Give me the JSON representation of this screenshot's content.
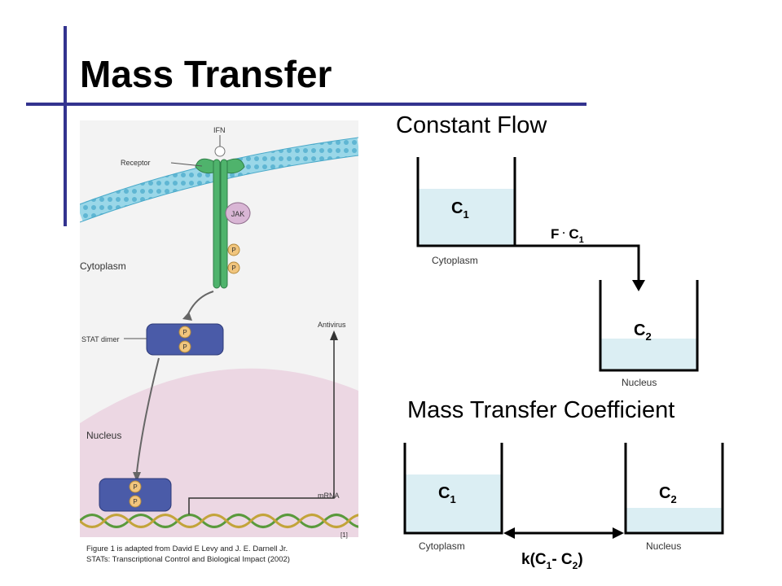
{
  "slide": {
    "title": "Mass Transfer",
    "accent_color": "#33338f"
  },
  "figure": {
    "labels": {
      "ifn": "IFN",
      "receptor": "Receptor",
      "jak": "JAK",
      "p": "P",
      "cytoplasm": "Cytoplasm",
      "stat_dimer": "STAT dimer",
      "antivirus": "Antivirus",
      "nucleus": "Nucleus",
      "mrna": "mRNA",
      "ref": "[1]"
    },
    "caption_line1": "Figure 1 is adapted from David E Levy and J. E. Darnell Jr.",
    "caption_line2": "STATs: Transcriptional Control and Biological Impact (2002)"
  },
  "constant_flow": {
    "heading": "Constant Flow",
    "tank1_label": "C",
    "tank1_sub": "1",
    "tank1_caption": "Cytoplasm",
    "tank2_label": "C",
    "tank2_sub": "2",
    "tank2_caption": "Nucleus",
    "flow_label": "F",
    "flow_dot": "·",
    "flow_c": "C",
    "flow_sub": "1"
  },
  "mass_transfer": {
    "heading": "Mass Transfer Coefficient",
    "tank1_label": "C",
    "tank1_sub": "1",
    "tank1_caption": "Cytoplasm",
    "tank2_label": "C",
    "tank2_sub": "2",
    "tank2_caption": "Nucleus",
    "eq_k": "k(C",
    "eq_sub1": "1",
    "eq_mid": "- C",
    "eq_sub2": "2",
    "eq_end": ")"
  },
  "colors": {
    "liquid": "#dbeef3",
    "membrane": "#6ec3dd",
    "nucleus": "#ecd7e3",
    "receptor": "#3aa05a",
    "stat": "#4a5ba8",
    "p_circle": "#f1c57d"
  }
}
